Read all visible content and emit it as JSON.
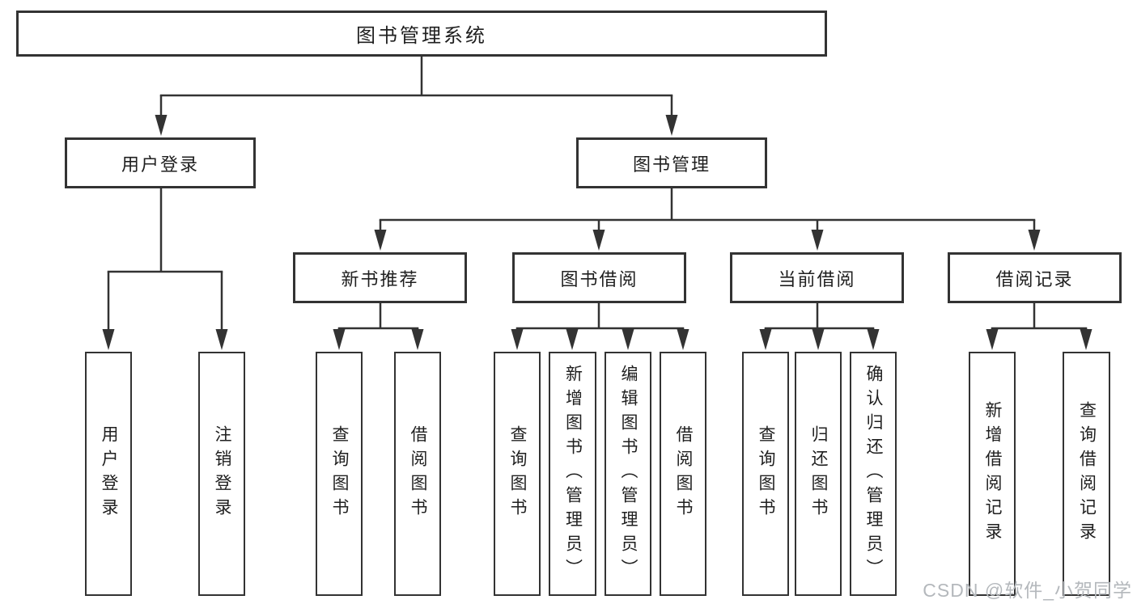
{
  "diagram": {
    "root": {
      "label": "图书管理系统"
    },
    "user_login": {
      "label": "用户登录",
      "children": [
        {
          "label": "用户登录"
        },
        {
          "label": "注销登录"
        }
      ]
    },
    "book_management": {
      "label": "图书管理",
      "sections": [
        {
          "label": "新书推荐",
          "children": [
            {
              "label": "查询图书"
            },
            {
              "label": "借阅图书"
            }
          ]
        },
        {
          "label": "图书借阅",
          "children": [
            {
              "label": "查询图书"
            },
            {
              "label": "新增图书（管理员）"
            },
            {
              "label": "编辑图书（管理员）"
            },
            {
              "label": "借阅图书"
            }
          ]
        },
        {
          "label": "当前借阅",
          "children": [
            {
              "label": "查询图书"
            },
            {
              "label": "归还图书"
            },
            {
              "label": "确认归还（管理员）"
            }
          ]
        },
        {
          "label": "借阅记录",
          "children": [
            {
              "label": "新增借阅记录"
            },
            {
              "label": "查询借阅记录"
            }
          ]
        }
      ]
    },
    "watermark": {
      "text": "CSDN @软件_小贺同学",
      "color": "#b4b8bc"
    },
    "colors": {
      "line": "#333333",
      "box_border": "#333333",
      "text": "#1f1f1f",
      "background": "#ffffff"
    }
  }
}
